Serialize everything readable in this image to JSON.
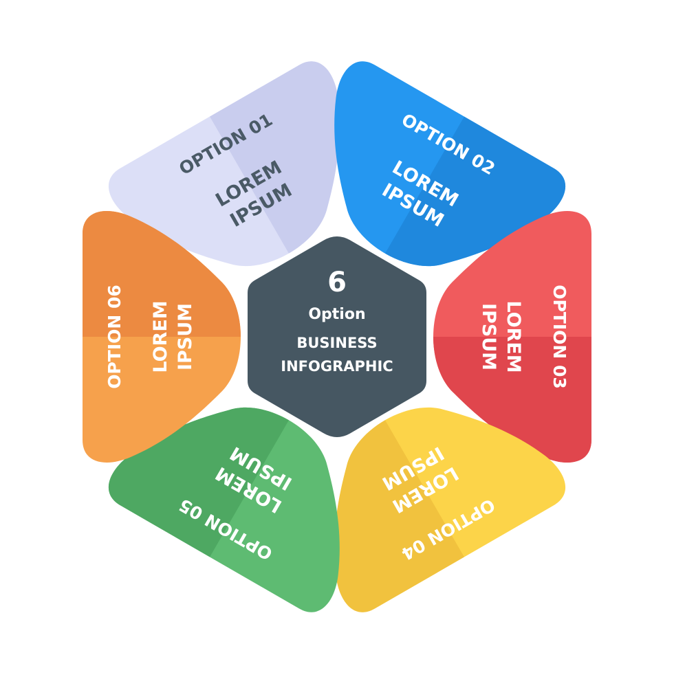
{
  "center": {
    "number": "6",
    "subtitle": "Option",
    "line1": "BUSINESS",
    "line2": "INFOGRAPHIC",
    "color": "#465762"
  },
  "options": [
    {
      "title": "OPTION 01",
      "line1": "LOREM",
      "line2": "IPSUM",
      "light": "#DCDFF7",
      "dark": "#C9CDEE",
      "text": "#4A5A66"
    },
    {
      "title": "OPTION 02",
      "line1": "LOREM",
      "line2": "IPSUM",
      "light": "#2597F0",
      "dark": "#1F88DD",
      "text": "#FFFFFF"
    },
    {
      "title": "OPTION 03",
      "line1": "LOREM",
      "line2": "IPSUM",
      "light": "#F05B5D",
      "dark": "#E0464D",
      "text": "#FFFFFF"
    },
    {
      "title": "OPTION 04",
      "line1": "LOREM",
      "line2": "IPSUM",
      "light": "#FCD449",
      "dark": "#F1C23E",
      "text": "#FFFFFF"
    },
    {
      "title": "OPTION 05",
      "line1": "LOREM",
      "line2": "IPSUM",
      "light": "#5EBB72",
      "dark": "#4EA862",
      "text": "#FFFFFF"
    },
    {
      "title": "OPTION 06",
      "line1": "LOREM",
      "line2": "IPSUM",
      "light": "#F6A14C",
      "dark": "#EC8A41",
      "text": "#FFFFFF"
    }
  ]
}
